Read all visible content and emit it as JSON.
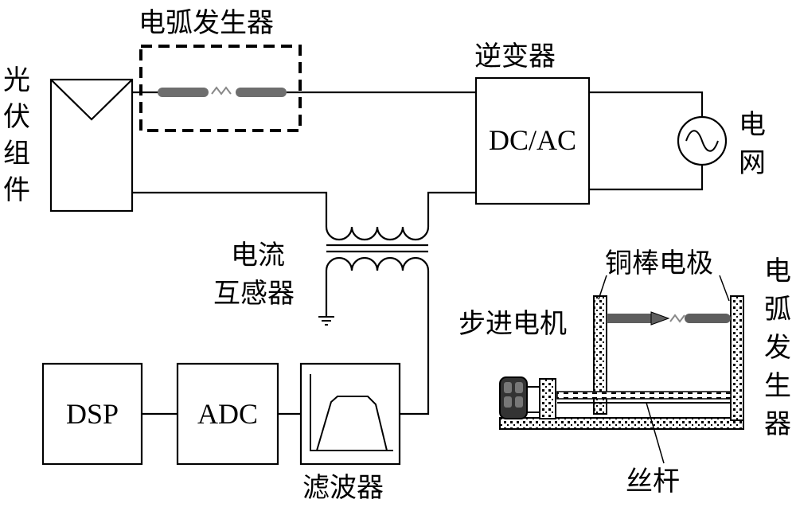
{
  "labels": {
    "pv_module": "光伏组件",
    "arc_generator_top": "电弧发生器",
    "inverter": "逆变器",
    "inverter_box": "DC/AC",
    "grid": "电网",
    "current_transformer_line1": "电流",
    "current_transformer_line2": "互感器",
    "dsp": "DSP",
    "adc": "ADC",
    "filter": "滤波器",
    "copper_electrode": "铜棒电极",
    "stepper_motor": "步进电机",
    "lead_screw": "丝杆",
    "arc_generator_side": "电弧发生器"
  }
}
